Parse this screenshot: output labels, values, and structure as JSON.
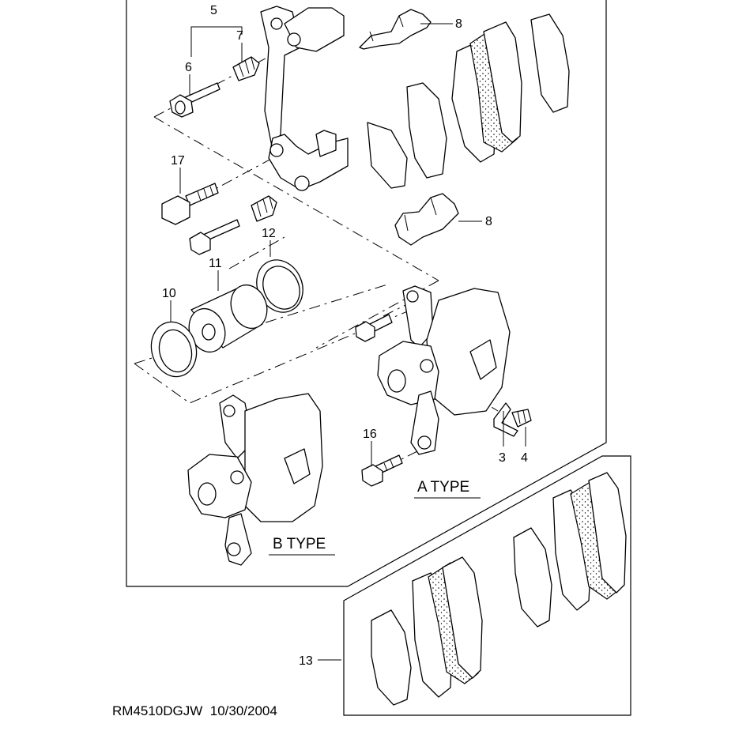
{
  "callouts": [
    {
      "id": "5",
      "text": "5"
    },
    {
      "id": "7",
      "text": "7"
    },
    {
      "id": "6",
      "text": "6"
    },
    {
      "id": "8a",
      "text": "8"
    },
    {
      "id": "17",
      "text": "17"
    },
    {
      "id": "8b",
      "text": "8"
    },
    {
      "id": "12",
      "text": "12"
    },
    {
      "id": "11",
      "text": "11"
    },
    {
      "id": "10",
      "text": "10"
    },
    {
      "id": "16",
      "text": "16"
    },
    {
      "id": "3",
      "text": "3"
    },
    {
      "id": "4",
      "text": "4"
    },
    {
      "id": "13",
      "text": "13"
    }
  ],
  "type_labels": {
    "a": "A TYPE",
    "b": "B TYPE"
  },
  "footer": {
    "reference": "RM4510DGJW  10/30/2004"
  }
}
